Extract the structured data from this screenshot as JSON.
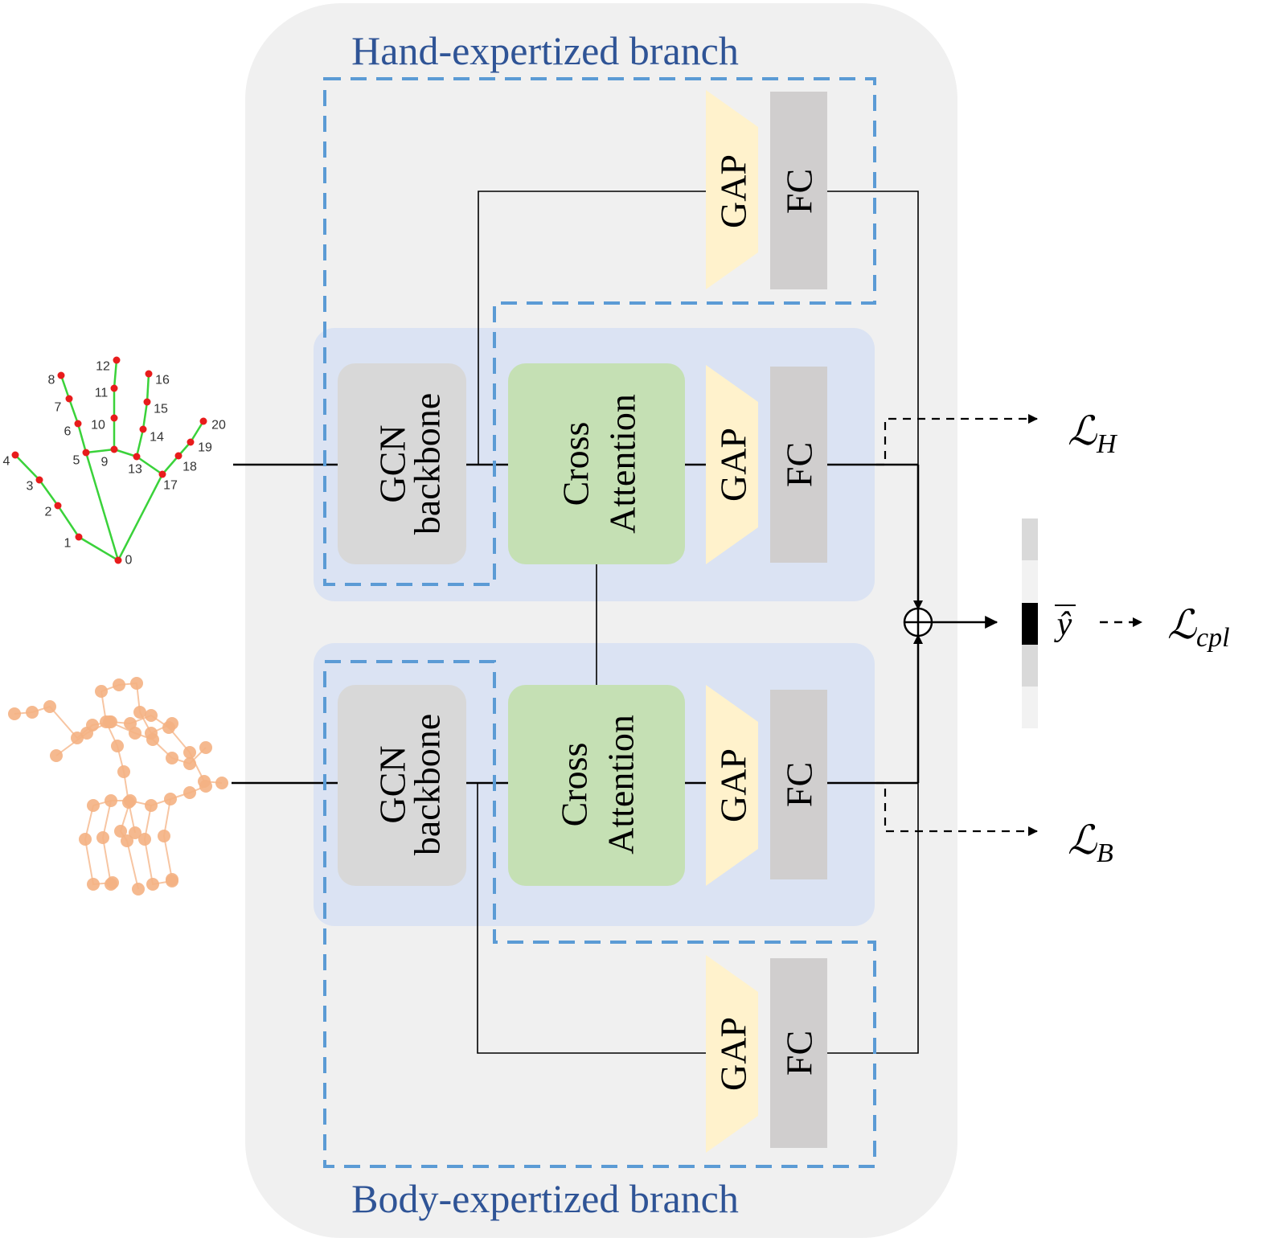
{
  "branches": {
    "hand_title": "Hand-expertized branch",
    "body_title": "Body-expertized branch"
  },
  "blocks": {
    "gcn_line1": "GCN",
    "gcn_line2": "backbone",
    "cross_line1": "Cross",
    "cross_line2": "Attention",
    "gap": "GAP",
    "fc": "FC"
  },
  "losses": {
    "hand": {
      "base": "ℒ",
      "sub": "H"
    },
    "body": {
      "base": "ℒ",
      "sub": "B"
    },
    "coupled": {
      "base": "ℒ",
      "sub": "cpl"
    },
    "prediction": "ŷ"
  },
  "hand_keypoints": [
    "0",
    "1",
    "2",
    "3",
    "4",
    "5",
    "6",
    "7",
    "8",
    "9",
    "10",
    "11",
    "12",
    "13",
    "14",
    "15",
    "16",
    "17",
    "18",
    "19",
    "20"
  ],
  "colors": {
    "panel": "#f0f0f0",
    "inner_panel": "#dbe3f3",
    "gcn": "#d8d8d8",
    "cross_attention": "#c5e0b4",
    "gap": "#fff2cc",
    "fc": "#d0cece",
    "dashed_frame": "#5b9bd5",
    "title_text": "#2f5496",
    "hand_joint": "#e81c1c",
    "hand_bone": "#3ad23a",
    "body_joint": "#f4b183"
  }
}
